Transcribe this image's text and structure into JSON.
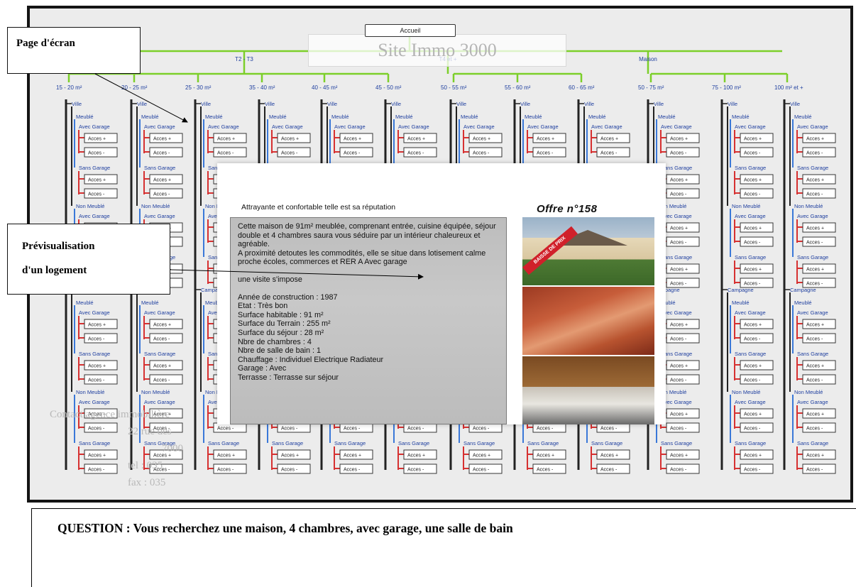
{
  "site": {
    "home_label": "Accueil",
    "title": "Site Immo 3000",
    "type_categories": [
      "T2 - T3",
      "T4 et +",
      "Maison"
    ],
    "surfaces": [
      "15 - 20 m²",
      "20 - 25 m²",
      "25 - 30 m²",
      "35 - 40 m²",
      "40 - 45 m²",
      "45 - 50 m²",
      "50 - 55 m²",
      "55 - 60 m²",
      "60 - 65 m²",
      "50 - 75 m²",
      "75 - 100 m²",
      "100 m² et +"
    ],
    "node_labels": {
      "city": "Ville",
      "countryside": "Campagne",
      "furnished": "Meublé",
      "unfurnished": "Non Meublé",
      "with_garage": "Avec Garage",
      "without_garage": "Sans Garage",
      "access_plus": "Acces +",
      "access_minus": "Acces -"
    },
    "contact_lines": [
      "Contact agence immobilière",
      "22 rue des",
      "7000",
      "tel : 035",
      "fax : 035"
    ]
  },
  "listing": {
    "heading": "Attrayante et confortable telle est sa réputation",
    "offer_title": "Offre n°158",
    "description": "Cette maison de 91m² meublée, comprenant entrée, cuisine équipée, séjour double et 4 chambres saura vous séduire par un intérieur chaleureux et agréable.",
    "location": "A proximité detoutes les commodités, elle se situe dans lotisement calme proche écoles, commerces et RER A Avec garage",
    "cta": "une visite s'impose",
    "specs": [
      "Année de construction : 1987",
      "Etat : Très bon",
      "Surface habitable : 91 m²",
      "Surface du Terrain : 255 m²",
      "Surface du séjour : 28 m²",
      "Nbre de chambres : 4",
      "Nbre de salle de bain : 1",
      "Chauffage : Individuel Electrique Radiateur",
      "Garage : Avec",
      "Terrasse : Terrasse sur séjour"
    ],
    "promo_badge": "BAISSE DE PRIX"
  },
  "callouts": {
    "screen_page": "Page d'écran",
    "preview_line1": "Prévisualisation",
    "preview_line2": "d'un logement"
  },
  "question": "QUESTION : Vous recherchez une maison, 4 chambres, avec garage, une salle de bain",
  "colors": {
    "branch_green": "#7ccf2a",
    "tree_black": "#222222",
    "tree_blue": "#3a78d8",
    "tree_red": "#d63131",
    "label_blue": "#1f3f9f"
  }
}
